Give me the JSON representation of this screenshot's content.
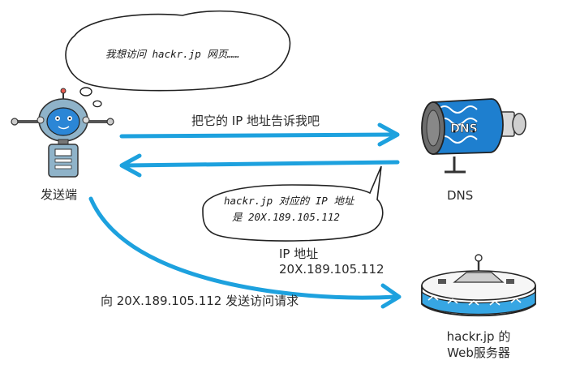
{
  "thought_bubble": {
    "text": "我想访问 hackr.jp 网页……"
  },
  "speech_bubble": {
    "line1": "hackr.jp 对应的 IP 地址",
    "line2": "是 20X.189.105.112"
  },
  "sender": {
    "label": "发送端"
  },
  "dns": {
    "label": "DNS",
    "tank_text": "DNS"
  },
  "server": {
    "label_line1": "hackr.jp 的",
    "label_line2": "Web服务器"
  },
  "arrows": {
    "ask_label": "把它的 IP 地址告诉我吧",
    "reply_label_line1": "IP 地址",
    "reply_label_line2": "20X.189.105.112",
    "request_label": "向 20X.189.105.112 发送访问请求"
  },
  "colors": {
    "arrow": "#1da1de",
    "robot_body": "#8fb3c9",
    "robot_face": "#2b86d6",
    "dns_tank": "#1e7fcf",
    "server_band": "#37a6e3"
  }
}
